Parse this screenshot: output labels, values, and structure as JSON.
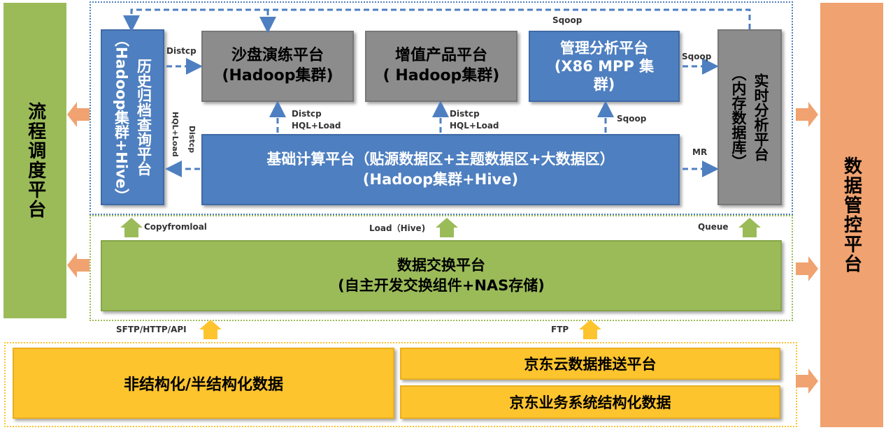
{
  "left_panel": {
    "label": "流程调度平台"
  },
  "right_panel": {
    "label": "数据管控平台"
  },
  "history": {
    "line1": "历史归档查询平台",
    "line2": "（Hadoop集群+Hive）"
  },
  "sandbox": {
    "line1": "沙盘演练平台",
    "line2": "(Hadoop集群)"
  },
  "value_added": {
    "line1": "增值产品平台",
    "line2": "( Hadoop集群)"
  },
  "mgmt": {
    "line1": "管理分析平台",
    "line2": "(X86 MPP 集",
    "line3": "群)"
  },
  "realtime": {
    "line1": "实时分析平台",
    "line2": "（内存数据库）"
  },
  "base": {
    "line1": "基础计算平台（贴源数据区+主题数据区+大数据区）",
    "line2": "(Hadoop集群+Hive)"
  },
  "exchange": {
    "line1": "数据交换平台",
    "line2": "(自主开发交换组件+NAS存储)"
  },
  "unstructured": {
    "label": "非结构化/半结构化数据"
  },
  "jd_cloud": {
    "label": "京东云数据推送平台"
  },
  "jd_business": {
    "label": "京东业务系统结构化数据"
  },
  "labels": {
    "sqoop_top": "Sqoop",
    "distcp_left": "Distcp",
    "sqoop_right": "Sqoop",
    "distcp_hql_1": "Distcp",
    "hql_load_1": "HQL+Load",
    "distcp_hql_2": "Distcp",
    "hql_load_2": "HQL+Load",
    "sqoop_mid": "Sqoop",
    "mr": "MR",
    "distcp_rot": "Distcp",
    "hql_load_rot": "HQL+Load",
    "copyfromloal": "Copyfromloal",
    "load_hive": "Load（Hive)",
    "queue": "Queue",
    "sftp": "SFTP/HTTP/API",
    "ftp": "FTP"
  },
  "colors": {
    "blue": "#4e7fc0",
    "gray": "#8c8c8c",
    "green": "#9bbb59",
    "yellow": "#fec42e",
    "orange": "#f0a270"
  }
}
